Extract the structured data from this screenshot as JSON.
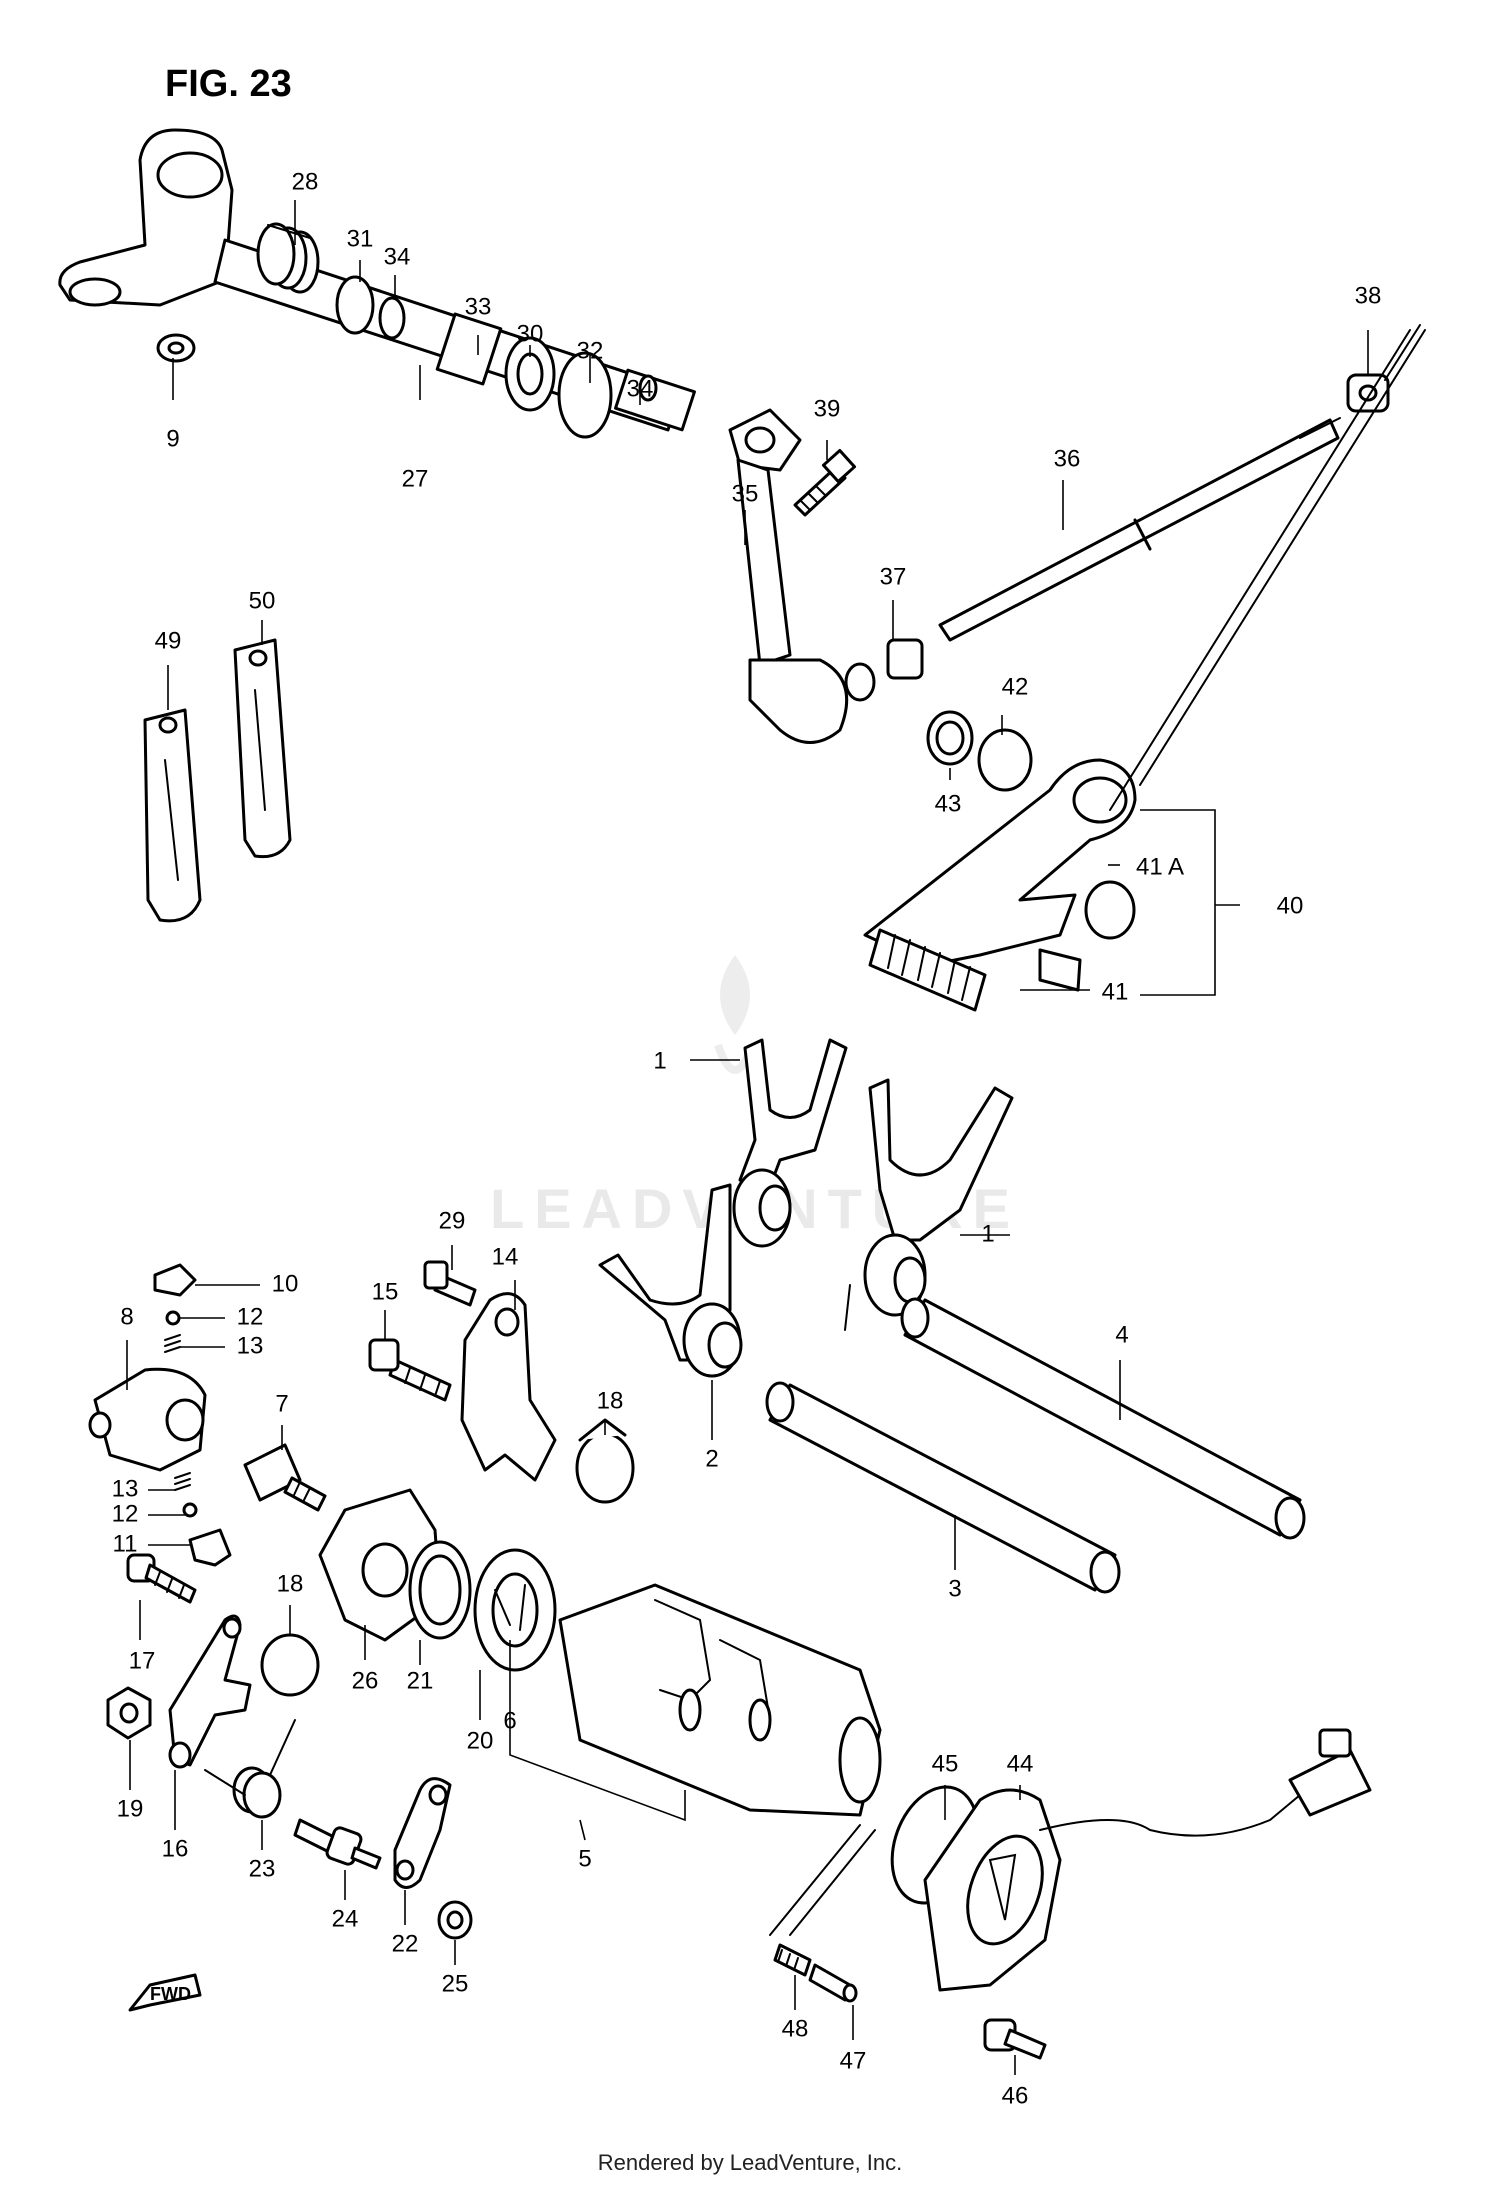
{
  "figure": {
    "title": "FIG. 23"
  },
  "watermark": {
    "text": "LEADVENTURE"
  },
  "footer": {
    "credit": "Rendered by LeadVenture, Inc."
  },
  "direction_marker": {
    "text": "FWD",
    "icon": "forward-arrow-icon"
  },
  "callouts": {
    "c1a": "1",
    "c1b": "1",
    "c2": "2",
    "c3": "3",
    "c4": "4",
    "c5": "5",
    "c6": "6",
    "c7": "7",
    "c8": "8",
    "c9": "9",
    "c10": "10",
    "c11": "11",
    "c12a": "12",
    "c12b": "12",
    "c13a": "13",
    "c13b": "13",
    "c14": "14",
    "c15": "15",
    "c16": "16",
    "c17": "17",
    "c18a": "18",
    "c18b": "18",
    "c19": "19",
    "c20": "20",
    "c21": "21",
    "c22": "22",
    "c23": "23",
    "c24": "24",
    "c25": "25",
    "c26": "26",
    "c27": "27",
    "c28": "28",
    "c29": "29",
    "c30": "30",
    "c31": "31",
    "c32": "32",
    "c33": "33",
    "c34a": "34",
    "c34b": "34",
    "c35": "35",
    "c36": "36",
    "c37": "37",
    "c38": "38",
    "c39": "39",
    "c40": "40",
    "c41": "41",
    "c41a": "41 A",
    "c42": "42",
    "c43": "43",
    "c44": "44",
    "c45": "45",
    "c46": "46",
    "c47": "47",
    "c48": "48",
    "c49": "49",
    "c50": "50"
  }
}
